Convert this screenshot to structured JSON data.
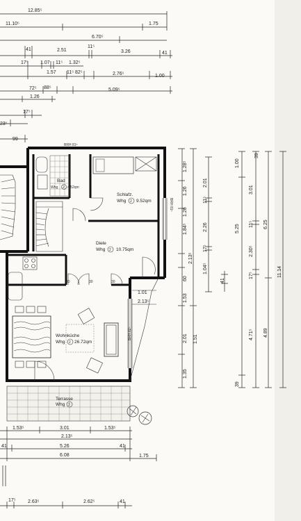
{
  "dims_top": [
    {
      "text": "12.85⁵"
    },
    {
      "text": "11.10⁵"
    },
    {
      "text": "1.75"
    },
    {
      "text": "6.70⁵"
    },
    {
      "text": "41"
    },
    {
      "text": "2.51"
    },
    {
      "text": "11⁵"
    },
    {
      "text": "3.26"
    },
    {
      "text": "41"
    },
    {
      "text": "1.07"
    },
    {
      "text": "11⁵"
    },
    {
      "text": "1.32⁵"
    },
    {
      "text": "17⁵"
    },
    {
      "text": "1.57"
    },
    {
      "text": "11⁵"
    },
    {
      "text": "82⁵"
    },
    {
      "text": "2.76⁵"
    },
    {
      "text": "1.00"
    },
    {
      "text": "72⁵"
    },
    {
      "text": "88⁵"
    },
    {
      "text": "5.09⁵"
    },
    {
      "text": "1.26"
    },
    {
      "text": "17⁵"
    },
    {
      "text": "23⁵"
    },
    {
      "text": "99"
    }
  ],
  "rooms": {
    "bad": {
      "name": "Bad",
      "area": "4.52qm"
    },
    "schlafz": {
      "name": "Schlafz.",
      "area": "9.52qm"
    },
    "diele": {
      "name": "Diele",
      "area": "10.75qm"
    },
    "wohnkueche": {
      "name": "Wohnküche",
      "area": "26.72qm"
    },
    "terrasse": {
      "name": "Terrasse",
      "area": ""
    },
    "unit_prefix": "Whg",
    "unit_no": "2"
  },
  "labels": {
    "brh_top": "BRH 81⁵",
    "brh_right": "BRH 81⁵",
    "brh_bottom": "BRH 62⁵",
    "door_30_a": "30",
    "door_30_b": "30",
    "door_30_c": "30",
    "n101": "1.01",
    "n213": "2.13⁵"
  },
  "dims_right": [
    {
      "text": "1.28⁵"
    },
    {
      "text": "1.26"
    },
    {
      "text": "1.26"
    },
    {
      "text": "1.84⁵"
    },
    {
      "text": "60"
    },
    {
      "text": "1.53"
    },
    {
      "text": "2.01"
    },
    {
      "text": "1.35"
    },
    {
      "text": "2.01"
    },
    {
      "text": "11⁵"
    },
    {
      "text": "2.26"
    },
    {
      "text": "17⁵"
    },
    {
      "text": "2.13⁵"
    },
    {
      "text": "1.51"
    },
    {
      "text": "1.04⁵"
    },
    {
      "text": "41"
    },
    {
      "text": "1.00"
    },
    {
      "text": "5.25"
    },
    {
      "text": "11⁵"
    },
    {
      "text": "2.30⁵"
    },
    {
      "text": "17⁵"
    },
    {
      "text": "4.71⁵"
    },
    {
      "text": "39"
    },
    {
      "text": "39"
    },
    {
      "text": "3.01"
    },
    {
      "text": "6.25"
    },
    {
      "text": "4.89"
    },
    {
      "text": "11.14"
    }
  ],
  "dims_bottom": [
    {
      "text": "1.53⁵"
    },
    {
      "text": "3.01"
    },
    {
      "text": "1.53⁵"
    },
    {
      "text": "2.13⁵"
    },
    {
      "text": "41"
    },
    {
      "text": "5.26"
    },
    {
      "text": "41"
    },
    {
      "text": "6.08"
    },
    {
      "text": "1.75"
    },
    {
      "text": "17⁵"
    },
    {
      "text": "2.63⁵"
    },
    {
      "text": "2.62⁵"
    },
    {
      "text": "41"
    }
  ]
}
